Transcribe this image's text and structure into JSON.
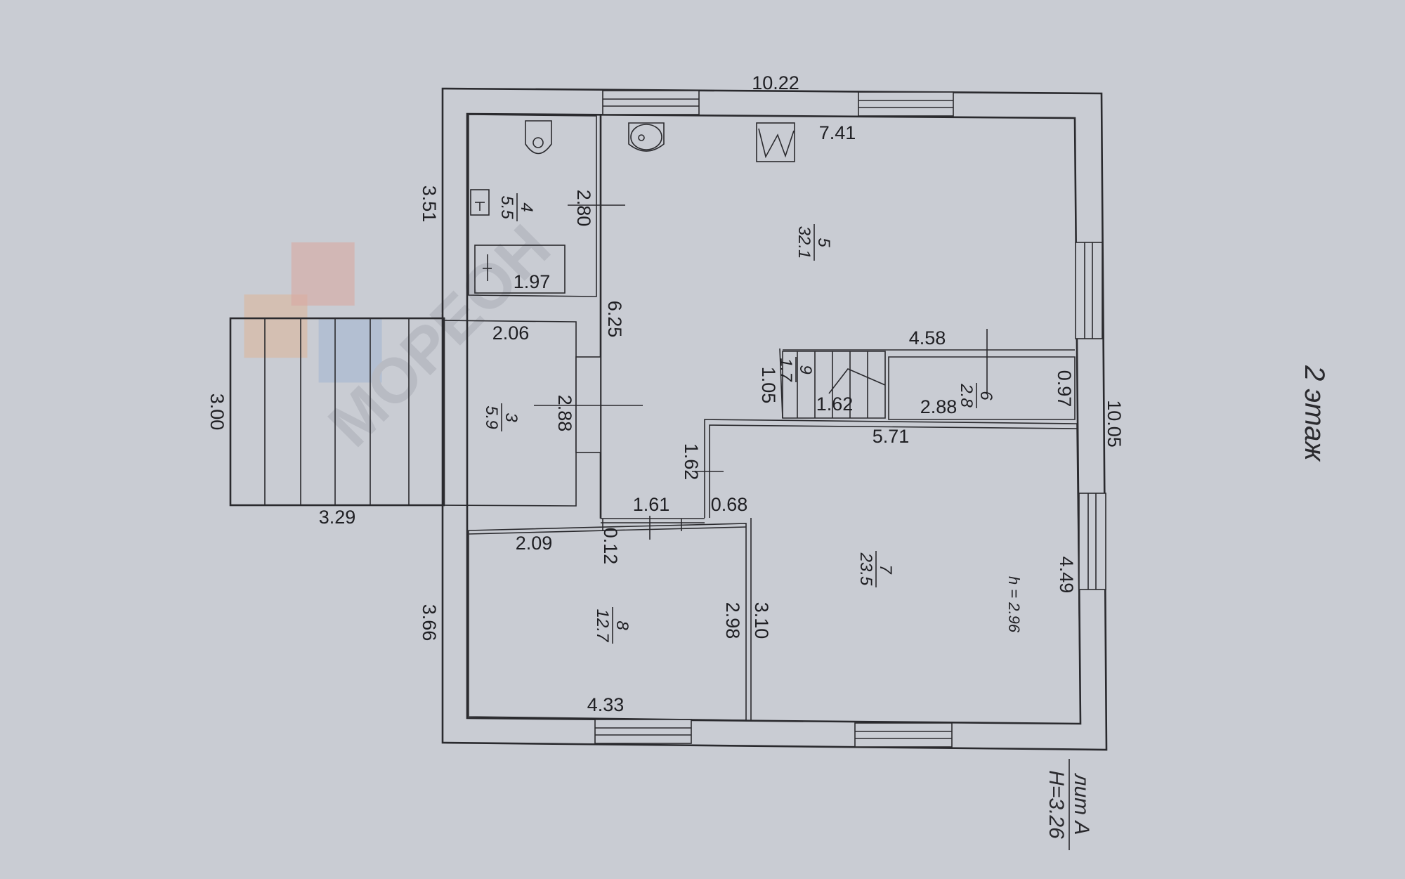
{
  "floor_title": "2 этаж",
  "litera": "лит А",
  "height_total": "H=3.26",
  "height_room": "h = 2.96",
  "watermark": "МОРЕОН",
  "rooms": [
    {
      "num": "4",
      "area": "5.5"
    },
    {
      "num": "5",
      "area": "32.1"
    },
    {
      "num": "3",
      "area": "5.9"
    },
    {
      "num": "9",
      "area": "1.7"
    },
    {
      "num": "6",
      "area": "2.8"
    },
    {
      "num": "7",
      "area": "23.5"
    },
    {
      "num": "8",
      "area": "12.7"
    }
  ],
  "dims": {
    "top_width": "10.22",
    "room5_width": "7.41",
    "left_upper": "3.51",
    "room4_height": "2.80",
    "room4_width": "1.97",
    "corridor_height": "6.25",
    "stair_outer_height": "3.00",
    "stair_outer_width": "3.29",
    "room3_width": "2.06",
    "room3_height": "2.88",
    "right_height": "10.05",
    "room6_top_width": "4.58",
    "room9_height": "1.05",
    "room9_width": "1.62",
    "room6_width": "2.88",
    "room6_height": "0.97",
    "room7_width": "5.71",
    "passage_height": "1.62",
    "passage_width": "1.61",
    "wall_offset": "0.68",
    "wall_thickness": "0.12",
    "room8_width_top": "2.09",
    "left_lower": "3.66",
    "room8_height": "2.98",
    "room7_left_height": "3.10",
    "room7_height": "4.49",
    "room8_width": "4.33"
  }
}
